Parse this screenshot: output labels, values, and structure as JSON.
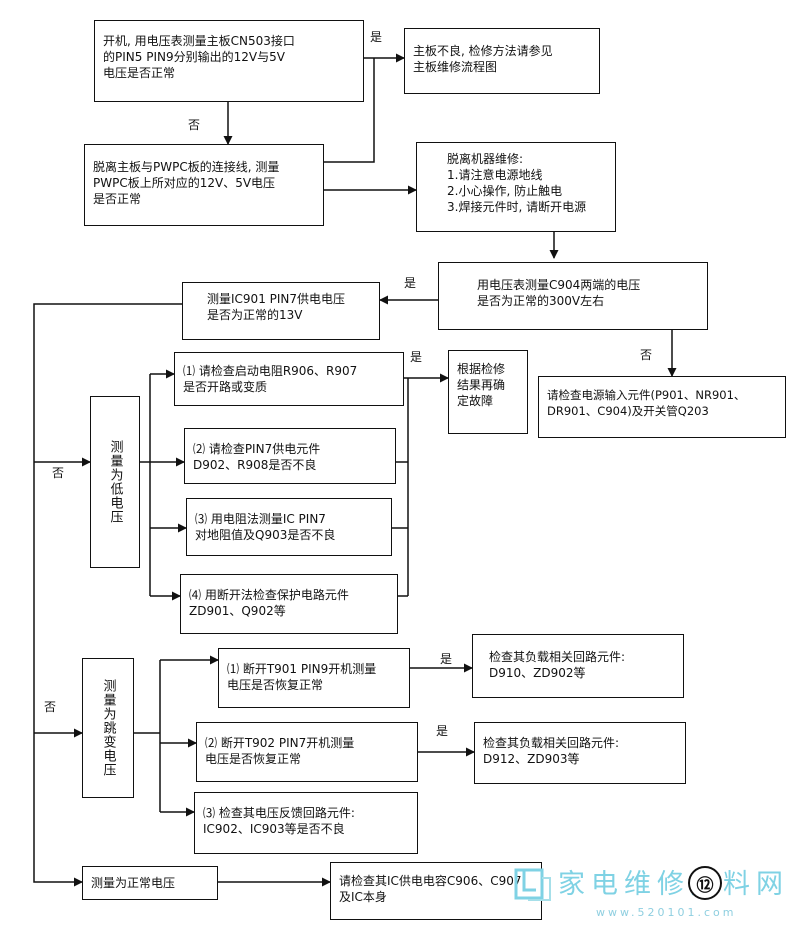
{
  "nodes": {
    "n1": [
      "开机, 用电压表测量主板CN503接口",
      "的PIN5  PIN9分别输出的12V与5V",
      "电压是否正常"
    ],
    "n2": [
      "主板不良, 检修方法请参见",
      "主板维修流程图"
    ],
    "n3": [
      "脱离主板与PWPC板的连接线, 测量",
      "PWPC板上所对应的12V、5V电压",
      "是否正常"
    ],
    "n4": [
      "脱离机器维修:",
      "1.请注意电源地线",
      "2.小心操作, 防止触电",
      "3.焊接元件时, 请断开电源"
    ],
    "n5": [
      "用电压表测量C904两端的电压",
      "是否为正常的300V左右"
    ],
    "n6": [
      "测量IC901  PIN7供电电压",
      "是否为正常的13V"
    ],
    "n7": [
      "请检查电源输入元件(P901、NR901、",
      "DR901、C904)及开关管Q203"
    ],
    "n8": [
      "⑴ 请检查启动电阻R906、R907",
      "是否开路或变质"
    ],
    "n9": [
      "根据检修",
      "结果再确",
      "定故障"
    ],
    "n10": [
      "⑵ 请检查PIN7供电元件",
      "D902、R908是否不良"
    ],
    "n11": [
      "⑶ 用电阻法测量IC PIN7",
      "对地阻值及Q903是否不良"
    ],
    "n12": [
      "⑷ 用断开法检查保护电路元件",
      "ZD901、Q902等"
    ],
    "n13": [
      "⑴ 断开T901 PIN9开机测量",
      "电压是否恢复正常"
    ],
    "n14": [
      "检查其负载相关回路元件:",
      "D910、ZD902等"
    ],
    "n15": [
      "⑵ 断开T902 PIN7开机测量",
      "电压是否恢复正常"
    ],
    "n16": [
      "检查其负载相关回路元件:",
      "D912、ZD903等"
    ],
    "n17": [
      "⑶ 检查其电压反馈回路元件:",
      "IC902、IC903等是否不良"
    ],
    "n18": [
      "测量为正常电压"
    ],
    "n19": [
      "请检查其IC供电电容C906、C907",
      "及IC本身"
    ],
    "v1": "测量为低电压",
    "v2": "测量为跳变电压"
  },
  "labels": {
    "yes": "是",
    "no": "否"
  },
  "page_number": "⑫",
  "watermark": {
    "title": "家电维修资料网",
    "url": "www.520101.com"
  }
}
